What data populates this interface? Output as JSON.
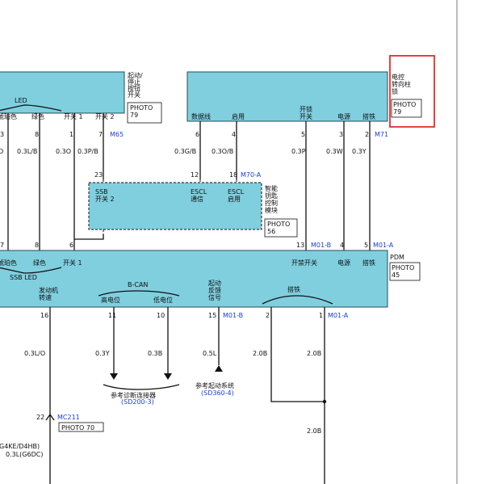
{
  "colors": {
    "box_fill": "#7fcfdf",
    "box_stroke": "#2a4a5a",
    "connector_blue": "#1a3fd6",
    "highlight_red": "#e03030"
  },
  "left_top": {
    "title": "起动/\n停止\n按钮\n开关",
    "photo": "PHOTO\n79",
    "led": "LED",
    "pins": [
      {
        "label": "琥珀色",
        "num": "3",
        "wire": "O"
      },
      {
        "label": "绿色",
        "num": "8",
        "wire": "0.3L/B"
      },
      {
        "label": "开关 1",
        "num": "1",
        "wire": "0.3O"
      },
      {
        "label": "开关 2",
        "num": "7",
        "wire": "0.3P/B"
      }
    ],
    "connector": "M65"
  },
  "right_top": {
    "title": "电控\n转向柱\n锁",
    "photo": "PHOTO\n79",
    "pins": [
      {
        "label": "数据线",
        "num": "6",
        "wire": "0.3G/B"
      },
      {
        "label": "启用",
        "num": "4",
        "wire": "0.3O/B"
      },
      {
        "label": "开锁\n开关",
        "num": "5",
        "wire": "0.3P"
      },
      {
        "label": "电源",
        "num": "3",
        "wire": "0.3W"
      },
      {
        "label": "搭铁",
        "num": "2",
        "wire": "0.3Y"
      }
    ],
    "connector": "M71"
  },
  "smart_key": {
    "title": "智能\n钥匙\n控制\n模块",
    "photo": "PHOTO\n56",
    "pins": [
      {
        "label": "SSB\n开关 2",
        "num": "23"
      },
      {
        "label": "ESCL\n通信",
        "num": "12"
      },
      {
        "label": "ESCL\n启用",
        "num": "18"
      }
    ],
    "connector": "M70-A"
  },
  "pdm": {
    "title": "PDM",
    "photo": "PHOTO\n45",
    "top_pins": [
      {
        "label": "琥珀色",
        "num": "7"
      },
      {
        "label": "绿色",
        "num": "8"
      },
      {
        "label": "开关 1",
        "num": "6"
      },
      {
        "label": "开禁开关",
        "num": "13"
      },
      {
        "label": "电源",
        "num": "4"
      },
      {
        "label": "搭铁",
        "num": "5"
      }
    ],
    "ssb_led": "SSB LED",
    "top_connectors": [
      "M01-B",
      "M01-A"
    ],
    "bottom_labels": {
      "engine": "发动机\n转速",
      "bcan": "B-CAN",
      "high": "高电位",
      "low": "低电位",
      "start": "起动\n反馈\n信号",
      "ground": "搭铁"
    },
    "bottom_pins": [
      {
        "num": "16",
        "wire": "0.3L/O"
      },
      {
        "num": "11",
        "wire": "0.3Y"
      },
      {
        "num": "10",
        "wire": "0.3B"
      },
      {
        "num": "15",
        "wire": "0.5L"
      },
      {
        "num": "2",
        "wire": "2.0B"
      },
      {
        "num": "1",
        "wire": "2.0B"
      }
    ],
    "bottom_connectors": [
      "M01-B",
      "M01-A"
    ]
  },
  "refs": {
    "diag": "参考诊断连接器",
    "diag_code": "(SD200-3)",
    "start": "参考起动系统",
    "start_code": "(SD360-4)"
  },
  "mc211": {
    "num": "22",
    "code": "MC211",
    "photo": "PHOTO 70"
  },
  "bottom_left": {
    "line1": "G4KE/D4HB)",
    "line2": "0.3L(G6DC)"
  },
  "ground_wire": "2.0B"
}
